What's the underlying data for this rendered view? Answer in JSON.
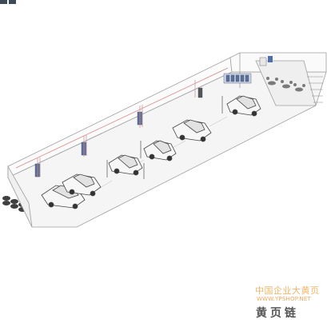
{
  "scene": {
    "subject": "isometric-parking-garage",
    "colors": {
      "line": "#9a9a9a",
      "dark": "#555555",
      "floor": "#f4f4f4",
      "wall": "#fafafa",
      "accent_red": "#d36b6b",
      "accent_blue": "#4f6fa8"
    }
  },
  "watermark": {
    "line1": "中国企业大黄页",
    "line2": "WWW.YPSHOP.NET",
    "line3": "黄页链"
  }
}
